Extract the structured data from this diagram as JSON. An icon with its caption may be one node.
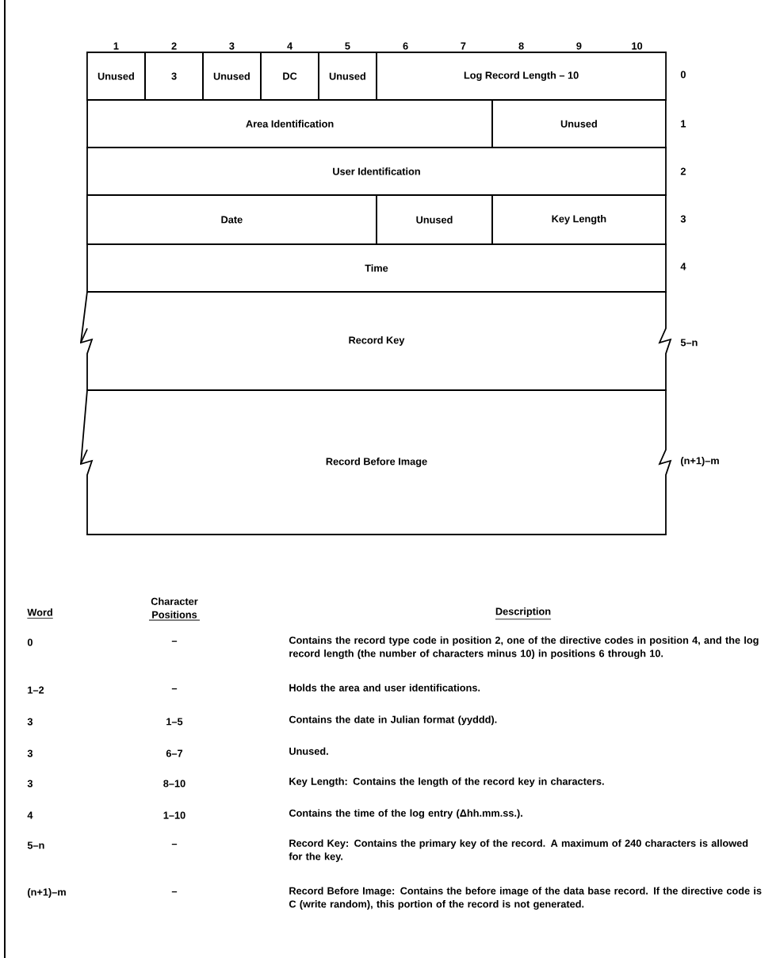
{
  "diagram": {
    "nodes": [
      {
        "text": [
          "Unused"
        ]
      },
      {
        "text": [
          "3"
        ]
      },
      {
        "text": [
          "Unused"
        ]
      },
      {
        "text": [
          "DC"
        ]
      },
      {
        "text": [
          "Unused"
        ]
      },
      {
        "text": [
          "Log Record Length – 10"
        ]
      },
      {
        "text": [
          "Area Identification"
        ]
      },
      {
        "text": [
          "Unused"
        ]
      },
      {
        "text": [
          "User Identification"
        ]
      },
      {
        "text": [
          "Date"
        ]
      },
      {
        "text": [
          "Unused"
        ]
      },
      {
        "text": [
          "Key Length"
        ]
      },
      {
        "text": [
          "Time"
        ]
      },
      {
        "text": [
          "Record Key"
        ]
      },
      {
        "text": [
          "Record Before Image"
        ]
      }
    ],
    "labels": [
      "1",
      "2",
      "3",
      "4",
      "5",
      "6",
      "7",
      "8",
      "9",
      "10",
      "0",
      "1",
      "2",
      "3",
      "4",
      "5–n",
      "(n+1)–m",
      "Word",
      "Character Positions",
      "Description",
      "0",
      "–",
      "Contains the record type code in position 2, one of the directive codes in position 4, and the log record length (the number of characters minus 10) in positions 6 through 10.",
      "1–2",
      "–",
      "Holds the area and user identifications.",
      "3",
      "1–5",
      "Contains the date in Julian format (yyddd).",
      "3",
      "6–7",
      "Unused.",
      "3",
      "8–10",
      "Key Length: Contains the length of the record key in characters.",
      "4",
      "1–10",
      "Contains the time of the log entry (Δhh.mm.ss.).",
      "5–n",
      "–",
      "Record Key: Contains the primary key of the record.  A maximum of 240 characters is allowed for the key.",
      "(n+1)–m",
      "–",
      "Record Before Image: Contains the before image of the data base record.  If the directive code is C (write random), this portion of the record is not generated."
    ]
  }
}
